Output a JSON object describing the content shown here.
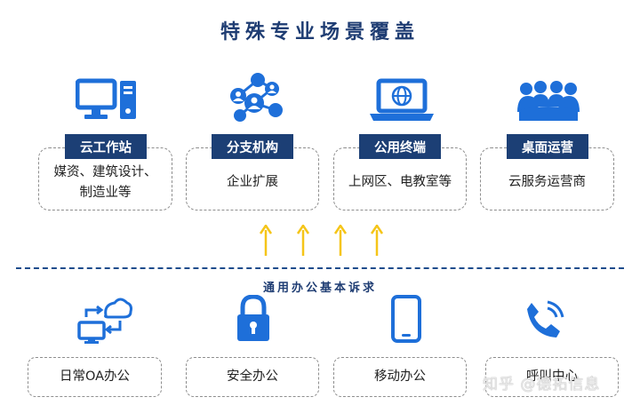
{
  "title": "特殊专业场景覆盖",
  "subtitle": "通用办公基本诉求",
  "watermark": "知乎 @德拓信息",
  "colors": {
    "primary": "#1c3f75",
    "icon_blue": "#1e6fd9",
    "arrow": "#f5c518"
  },
  "scenarios": [
    {
      "badge": "云工作站",
      "desc": "媒资、建筑设计、\n制造业等",
      "icon": "desktop-computer-icon"
    },
    {
      "badge": "分支机构",
      "desc": "企业扩展",
      "icon": "network-people-icon"
    },
    {
      "badge": "公用终端",
      "desc": "上网区、电教室等",
      "icon": "laptop-globe-icon"
    },
    {
      "badge": "桌面运营",
      "desc": "云服务运营商",
      "icon": "user-group-icon"
    }
  ],
  "basics": [
    {
      "label": "日常OA办公",
      "icon": "cloud-sync-monitor-icon"
    },
    {
      "label": "安全办公",
      "icon": "padlock-icon"
    },
    {
      "label": "移动办公",
      "icon": "smartphone-icon"
    },
    {
      "label": "呼叫中心",
      "icon": "phone-icon"
    }
  ]
}
